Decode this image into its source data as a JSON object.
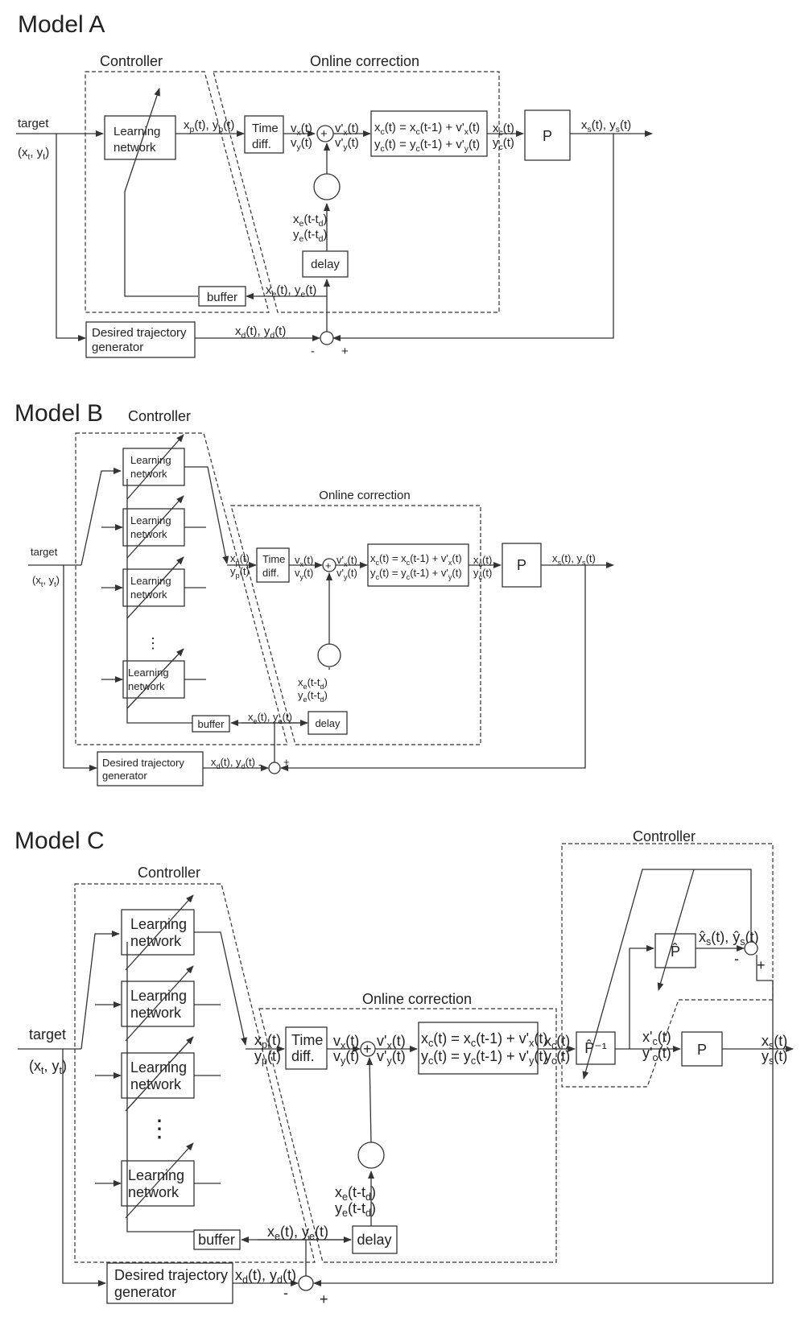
{
  "models": [
    {
      "title": "Model A",
      "controller_label": "Controller",
      "online_label": "Online correction",
      "target": "target",
      "target_coords": "(x_t, y_t)",
      "learning_network": "Learning network",
      "time_diff": "Time diff.",
      "equations": [
        "x_c(t) = x_c(t-1) + v'_x(t)",
        "y_c(t) = y_c(t-1) + v'_y(t)"
      ],
      "plant": "P",
      "output": "x_s(t), y_s(t)",
      "buffer": "buffer",
      "delay": "delay",
      "desired_generator": "Desired trajectory generator",
      "desired_signal": "x_d(t), y_d(t)",
      "error_signal": "x_e(t), y_e(t)",
      "delayed_error": [
        "x_e(t-t_d)",
        "y_e(t-t_d)"
      ],
      "pred_signal": "x_p(t), y_p(t)",
      "velocity": [
        "v_x(t)",
        "v_y(t)"
      ],
      "corrected_velocity": [
        "v'_x(t)",
        "v'_y(t)"
      ],
      "command": [
        "x_c(t)",
        "y_c(t)"
      ],
      "sum_plus": "+",
      "comp_minus": "-",
      "comp_plus": "+"
    },
    {
      "title": "Model B",
      "controller_label": "Controller",
      "online_label": "Online correction",
      "target": "target",
      "target_coords": "(x_t, y_t)",
      "learning_network": "Learning network",
      "dots": "⋮",
      "time_diff": "Time diff.",
      "equations": [
        "x_c(t) = x_c(t-1) + v'_x(t)",
        "y_c(t) = y_c(t-1) + v'_y(t)"
      ],
      "plant": "P",
      "output": "x_s(t), y_s(t)",
      "buffer": "buffer",
      "delay": "delay",
      "desired_generator": "Desired trajectory generator",
      "desired_signal": "x_d(t), y_d(t)",
      "error_signal": "x_e(t), y_e(t)",
      "delayed_error": [
        "x_e(t-t_d)",
        "y_e(t-t_d)"
      ],
      "pred_signal": [
        "x_p(t)",
        "y_p(t)"
      ],
      "velocity": [
        "v_x(t)",
        "v_y(t)"
      ],
      "corrected_velocity": [
        "v'_x(t)",
        "v'_y(t)"
      ],
      "command": [
        "x_c(t)",
        "y_c(t)"
      ],
      "sum_plus": "+",
      "comp_minus": "-",
      "comp_plus": "+"
    },
    {
      "title": "Model C",
      "controller_label": "Controller",
      "controller2_label": "Controller",
      "online_label": "Online correction",
      "target": "target",
      "target_coords": "(x_t, y_t)",
      "learning_network": "Learning network",
      "dots": "⋮",
      "time_diff": "Time diff.",
      "equations": [
        "x_c(t) = x_c(t-1) + v'_x(t)",
        "y_c(t) = y_c(t-1) + v'_y(t)"
      ],
      "plant": "P",
      "inverse_model": "P̂⁻¹",
      "forward_model": "P̂",
      "predicted_output": "x̂_s(t), ŷ_s(t)",
      "modified_command": [
        "x'_c(t)",
        "y'_c(t)"
      ],
      "output": [
        "x_s(t)",
        "y_s(t)"
      ],
      "buffer": "buffer",
      "delay": "delay",
      "desired_generator": "Desired trajectory generator",
      "desired_signal": "x_d(t), y_d(t)",
      "error_signal": "x_e(t), y_e(t)",
      "delayed_error": [
        "x_e(t-t_d)",
        "y_e(t-t_d)"
      ],
      "pred_signal": [
        "x_p(t)",
        "y_p(t)"
      ],
      "velocity": [
        "v_x(t)",
        "v_y(t)"
      ],
      "corrected_velocity": [
        "v'_x(t)",
        "v'_y(t)"
      ],
      "command": [
        "x_c(t)",
        "y_c(t)"
      ],
      "sum_plus": "+",
      "comp_minus": "-",
      "comp_plus": "+"
    }
  ]
}
